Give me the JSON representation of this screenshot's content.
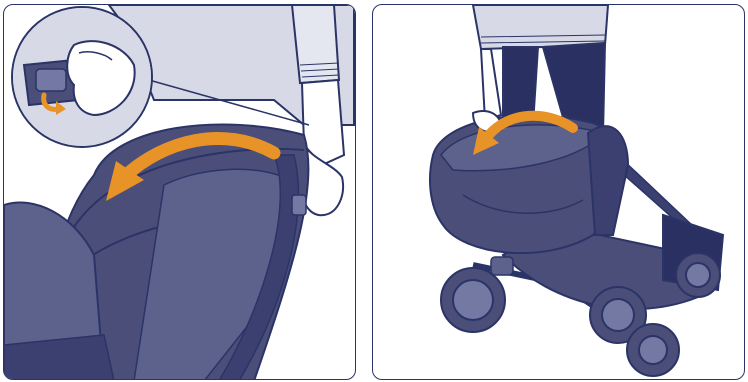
{
  "illustration": {
    "panels": [
      {
        "id": "left",
        "subject": "hand-pressing-canopy-release-button",
        "arrow": "curved-arrow-left"
      },
      {
        "id": "right",
        "subject": "folding-stroller-seat-unit",
        "arrow": "curved-arrow-left"
      }
    ]
  },
  "colors": {
    "outline": "#2b3466",
    "fabric_dark": "#4a4e79",
    "fabric_mid": "#5d628d",
    "fabric_light": "#7479a4",
    "shirt": "#d7d9e6",
    "skin": "#ffffff",
    "trousers": "#2a3062",
    "arrow": "#e79327",
    "background": "#ffffff"
  }
}
